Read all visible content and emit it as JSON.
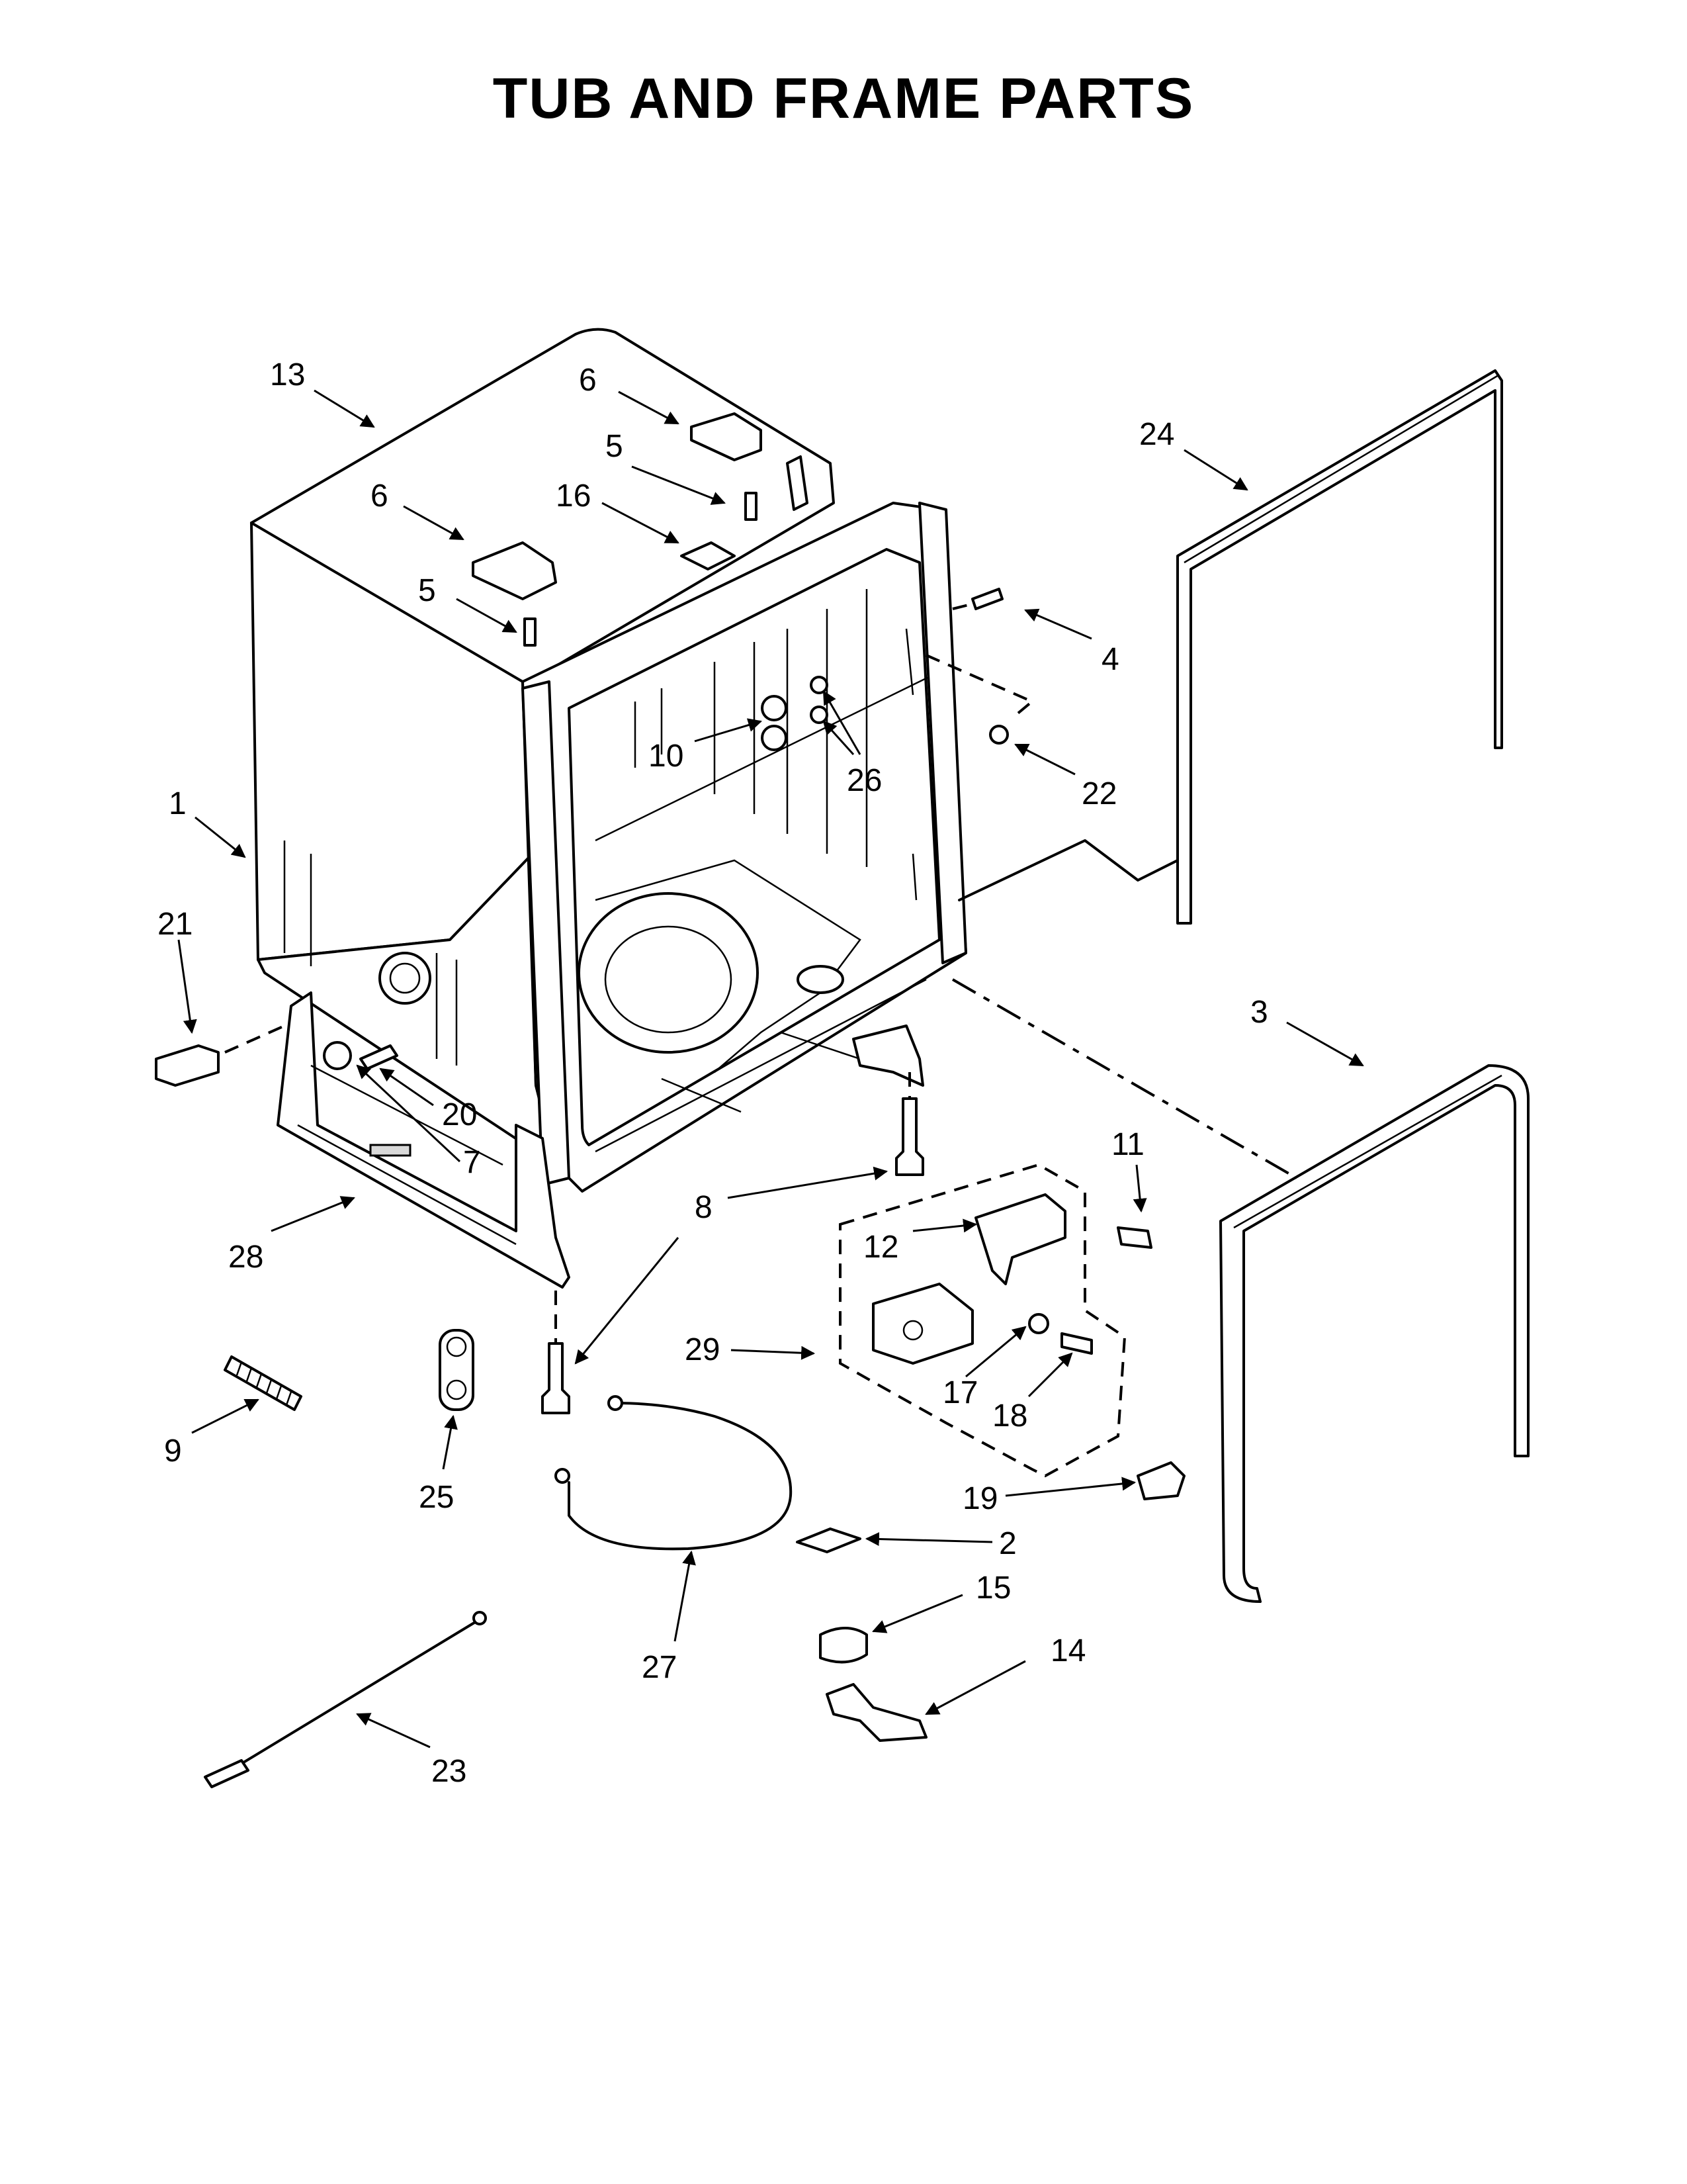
{
  "title": "TUB AND FRAME PARTS",
  "callouts": [
    {
      "id": "c13",
      "label": "13"
    },
    {
      "id": "c6a",
      "label": "6"
    },
    {
      "id": "c5a",
      "label": "5"
    },
    {
      "id": "c6b",
      "label": "6"
    },
    {
      "id": "c16",
      "label": "16"
    },
    {
      "id": "c5b",
      "label": "5"
    },
    {
      "id": "c24",
      "label": "24"
    },
    {
      "id": "c4",
      "label": "4"
    },
    {
      "id": "c10",
      "label": "10"
    },
    {
      "id": "c26",
      "label": "26"
    },
    {
      "id": "c22",
      "label": "22"
    },
    {
      "id": "c1",
      "label": "1"
    },
    {
      "id": "c21",
      "label": "21"
    },
    {
      "id": "c20",
      "label": "20"
    },
    {
      "id": "c7",
      "label": "7"
    },
    {
      "id": "c3",
      "label": "3"
    },
    {
      "id": "c11",
      "label": "11"
    },
    {
      "id": "c8",
      "label": "8"
    },
    {
      "id": "c28",
      "label": "28"
    },
    {
      "id": "c12",
      "label": "12"
    },
    {
      "id": "c29",
      "label": "29"
    },
    {
      "id": "c17",
      "label": "17"
    },
    {
      "id": "c18",
      "label": "18"
    },
    {
      "id": "c9",
      "label": "9"
    },
    {
      "id": "c25",
      "label": "25"
    },
    {
      "id": "c19",
      "label": "19"
    },
    {
      "id": "c2",
      "label": "2"
    },
    {
      "id": "c15",
      "label": "15"
    },
    {
      "id": "c27",
      "label": "27"
    },
    {
      "id": "c14",
      "label": "14"
    },
    {
      "id": "c23",
      "label": "23"
    }
  ]
}
